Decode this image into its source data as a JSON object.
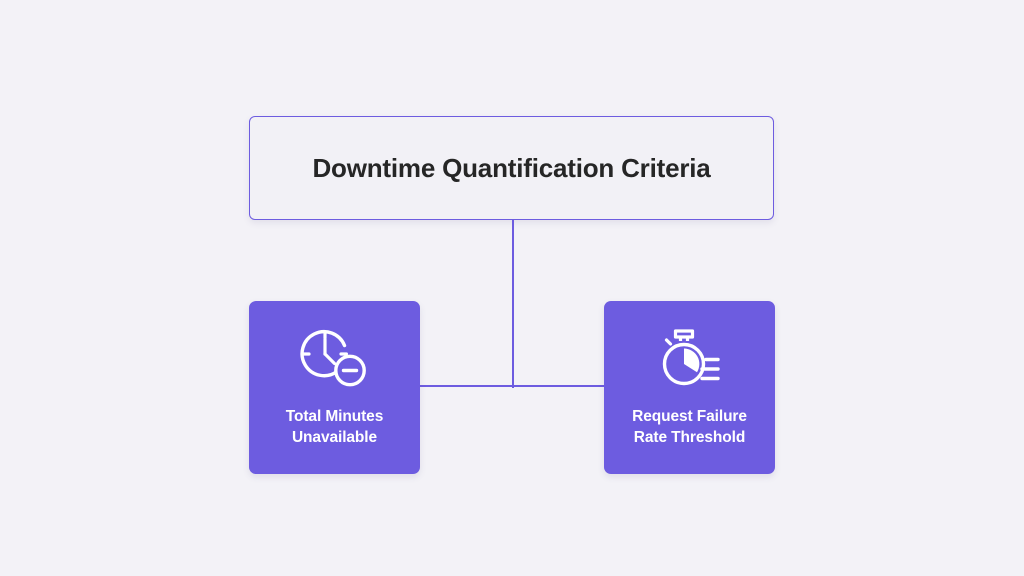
{
  "diagram": {
    "type": "hierarchy",
    "background_color": "#f3f2f7",
    "accent_color": "#6d5ce0",
    "root": {
      "title": "Downtime Quantification Criteria",
      "border_color": "#6d5ce0",
      "fill_color": "#f2f1f6",
      "text_color": "#262626"
    },
    "connector_color": "#6d5ce0",
    "nodes": [
      {
        "id": "total-minutes-unavailable",
        "label": "Total Minutes\nUnavailable",
        "icon": "clock-minus-icon",
        "fill_color": "#6d5ce0",
        "text_color": "#ffffff"
      },
      {
        "id": "request-failure-rate-threshold",
        "label": "Request Failure\nRate Threshold",
        "icon": "stopwatch-speed-icon",
        "fill_color": "#6d5ce0",
        "text_color": "#ffffff"
      }
    ]
  }
}
